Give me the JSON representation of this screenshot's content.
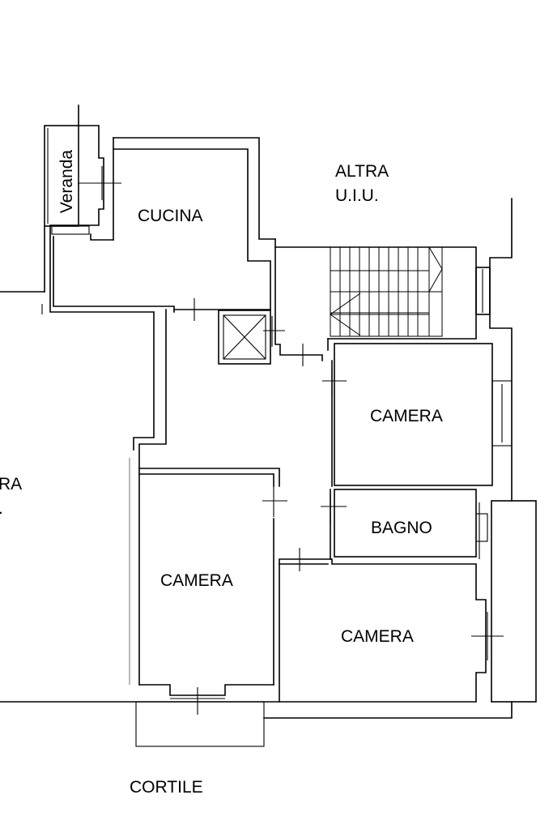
{
  "rooms": {
    "veranda": "Veranda",
    "cucina": "CUCINA",
    "camera_right": "CAMERA",
    "bagno": "BAGNO",
    "camera_left": "CAMERA",
    "camera_bottom": "CAMERA"
  },
  "adjacent": {
    "altra_line1": "ALTRA",
    "altra_line2": "U.I.U.",
    "left_partial_line1": "RA",
    "left_partial_line2": ".",
    "cortile": "CORTILE"
  }
}
